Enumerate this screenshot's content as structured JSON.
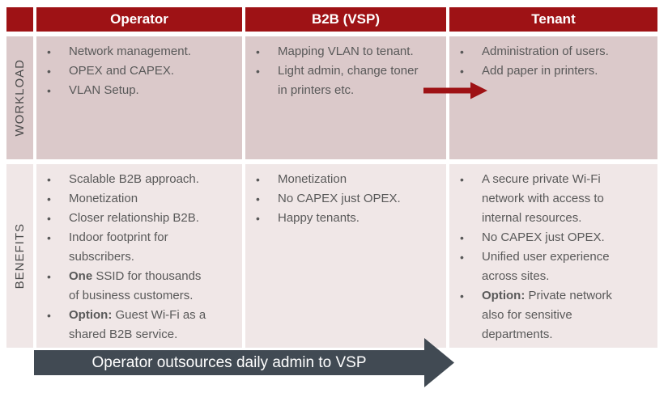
{
  "colors": {
    "header_red": "#9E1215",
    "workload_row_pink": "#DBC9CA",
    "benefits_row_pink": "#F0E7E7",
    "handover_arrow_red": "#9E1215",
    "bottom_arrow_gray": "#414A53",
    "body_text_gray": "#595959",
    "row_label_gray": "#4C4C4C"
  },
  "bullet_char": "•",
  "columns": {
    "operator": "Operator",
    "b2b": "B2B (VSP)",
    "tenant": "Tenant"
  },
  "rows": {
    "workload": {
      "label": "WORKLOAD",
      "operator": [
        {
          "b": "",
          "t": "Network management."
        },
        {
          "b": "",
          "t": "OPEX and CAPEX."
        },
        {
          "b": "",
          "t": "VLAN Setup."
        }
      ],
      "b2b": [
        {
          "b": "",
          "t": "Mapping VLAN to tenant."
        },
        {
          "b": "",
          "t": "Light admin, change toner in printers etc."
        }
      ],
      "tenant": [
        {
          "b": "",
          "t": "Administration of users."
        },
        {
          "b": "",
          "t": "Add paper in printers."
        }
      ]
    },
    "benefits": {
      "label": "BENEFITS",
      "operator": [
        {
          "b": "",
          "t": "Scalable B2B approach."
        },
        {
          "b": "",
          "t": "Monetization"
        },
        {
          "b": "",
          "t": "Closer relationship B2B."
        },
        {
          "b": "",
          "t": "Indoor footprint for subscribers."
        },
        {
          "b": "One",
          "t": " SSID for thousands of business customers."
        },
        {
          "b": "Option:",
          "t": " Guest Wi-Fi as a shared B2B service."
        }
      ],
      "b2b": [
        {
          "b": "",
          "t": "Monetization"
        },
        {
          "b": "",
          "t": "No CAPEX just OPEX."
        },
        {
          "b": "",
          "t": "Happy tenants."
        }
      ],
      "tenant": [
        {
          "b": "",
          "t": "A secure private Wi-Fi network with access to internal resources."
        },
        {
          "b": "",
          "t": "No CAPEX just OPEX."
        },
        {
          "b": "",
          "t": "Unified user experience across sites."
        },
        {
          "b": "Option:",
          "t": " Private network also for sensitive departments."
        }
      ]
    }
  },
  "bottom_arrow": {
    "label": "Operator outsources daily admin to VSP"
  }
}
